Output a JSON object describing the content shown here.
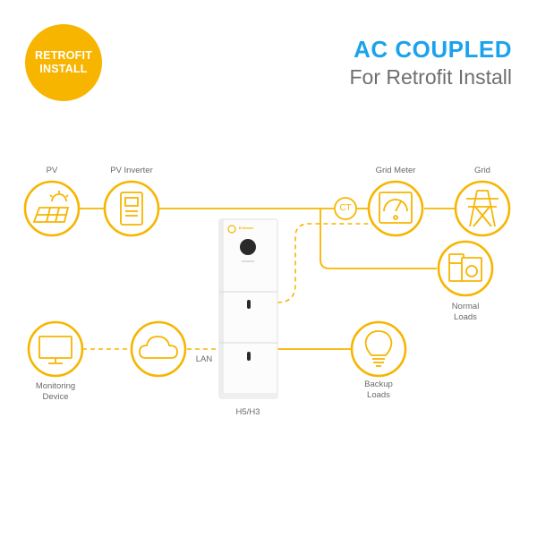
{
  "header": {
    "badge_line1": "RETROFIT",
    "badge_line2": "INSTALL",
    "title": "AC COUPLED",
    "subtitle": "For Retrofit Install"
  },
  "nodes": {
    "pv": {
      "label": "PV",
      "icon": "solar-panel-icon"
    },
    "pv_inverter": {
      "label": "PV Inverter",
      "icon": "inverter-icon"
    },
    "grid_meter": {
      "label": "Grid Meter",
      "icon": "meter-icon"
    },
    "grid": {
      "label": "Grid",
      "icon": "power-tower-icon"
    },
    "normal_loads": {
      "label_line1": "Normal",
      "label_line2": "Loads",
      "icon": "appliances-icon"
    },
    "monitoring_device": {
      "label_line1": "Monitoring",
      "label_line2": "Device",
      "icon": "monitor-icon"
    },
    "cloud": {
      "icon": "cloud-icon"
    },
    "backup_loads": {
      "label_line1": "Backup",
      "label_line2": "Loads",
      "icon": "light-bulb-icon"
    },
    "ct": {
      "label": "CT"
    },
    "lan": {
      "label": "LAN"
    },
    "system": {
      "label": "H5/H3",
      "brand": "EnSmart"
    }
  },
  "colors": {
    "accent": "#f7b500",
    "title": "#1aa3ec",
    "text": "#6a6a6a"
  }
}
